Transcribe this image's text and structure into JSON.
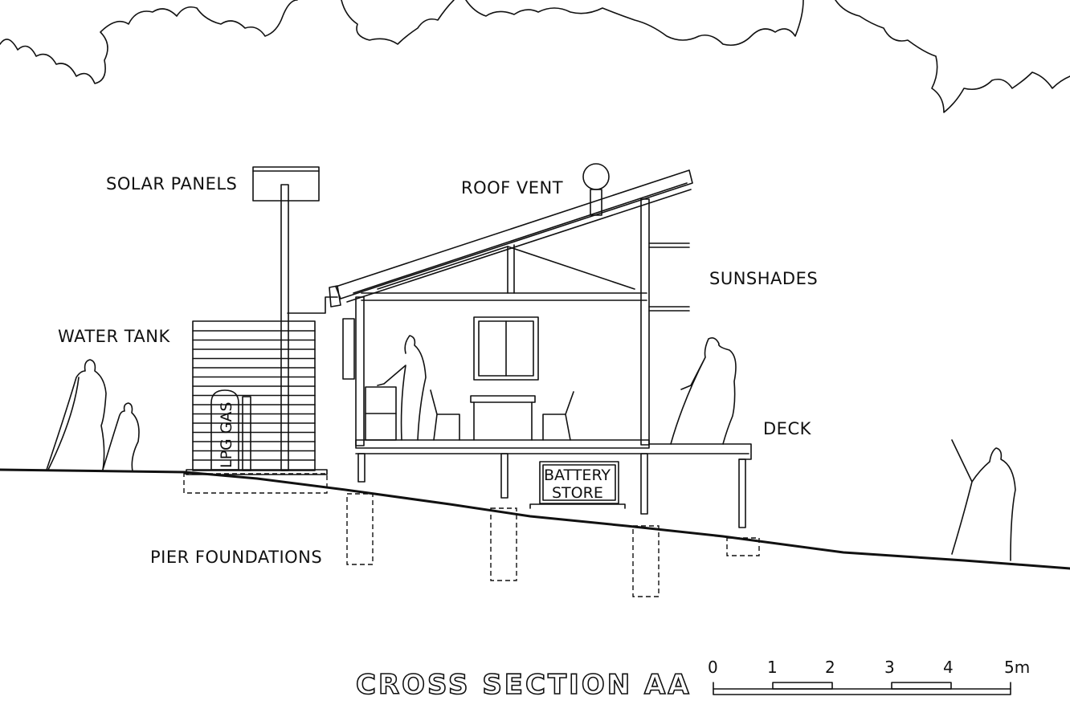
{
  "labels": {
    "solar_panels": "SOLAR PANELS",
    "roof_vent": "ROOF VENT",
    "sunshades": "SUNSHADES",
    "water_tank": "WATER TANK",
    "deck": "DECK",
    "pier_foundations": "PIER FOUNDATIONS",
    "lpg_gas": "LPG GAS",
    "battery_line1": "BATTERY",
    "battery_line2": "STORE"
  },
  "title": "CROSS SECTION AA",
  "scale_bar": {
    "ticks": [
      "0",
      "1",
      "2",
      "3",
      "4",
      "5m"
    ]
  }
}
